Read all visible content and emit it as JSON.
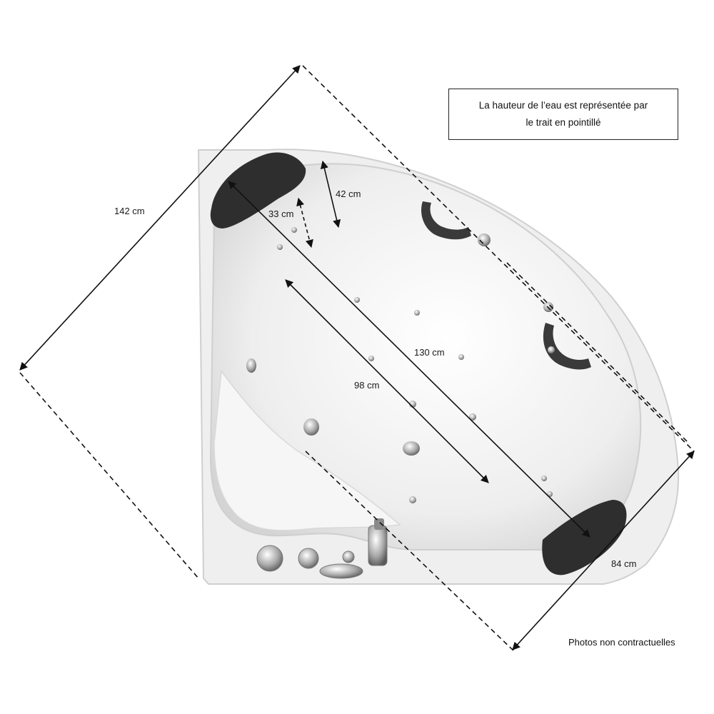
{
  "note": {
    "line1": "La hauteur de l’eau est représentée par",
    "line2": "le trait en pointillé"
  },
  "dimensions": {
    "overall_diagonal": "142 cm",
    "inner_length": "130 cm",
    "seat_length": "98 cm",
    "depth": "42 cm",
    "water_height": "33 cm",
    "width": "84 cm"
  },
  "disclaimer": "Photos non contractuelles",
  "colors": {
    "tub_acrylic": "#f4f4f4",
    "tub_shadow": "#d6d6d6",
    "headrest": "#2e2e2e",
    "chrome": "#9a9a9a",
    "line": "#111111"
  }
}
